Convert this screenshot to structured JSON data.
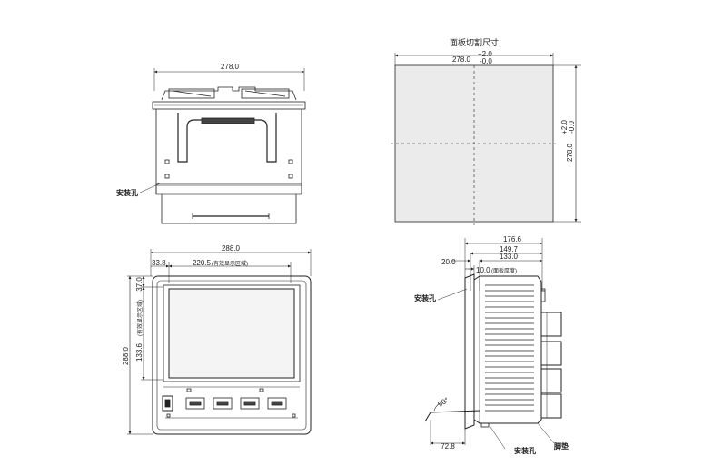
{
  "top_view": {
    "width": "278.0",
    "mount_hole": "安装孔"
  },
  "panel_cutout": {
    "title": "面板切割尺寸",
    "width": "278.0",
    "height": "278.0",
    "tol_plus": "+2.0",
    "tol_minus": "-0.0"
  },
  "front_view": {
    "width": "288.0",
    "left_offset": "33.8",
    "display_width": "220.5",
    "display_width_note": "(有效显示区域)",
    "top_offset": "37.0",
    "display_height": "133.6",
    "display_height_note": "(有效显示区域)",
    "height": "288.0"
  },
  "side_view": {
    "d1": "176.6",
    "d2": "149.7",
    "d3": "133.0",
    "d4": "20.0",
    "panel_thickness": "10.0",
    "panel_thickness_note": "(面板厚度)",
    "mount_hole_1": "安装孔",
    "angle": "90°",
    "bottom_dim": "72.8",
    "mount_hole_2": "安装孔",
    "foot": "脚垫"
  }
}
